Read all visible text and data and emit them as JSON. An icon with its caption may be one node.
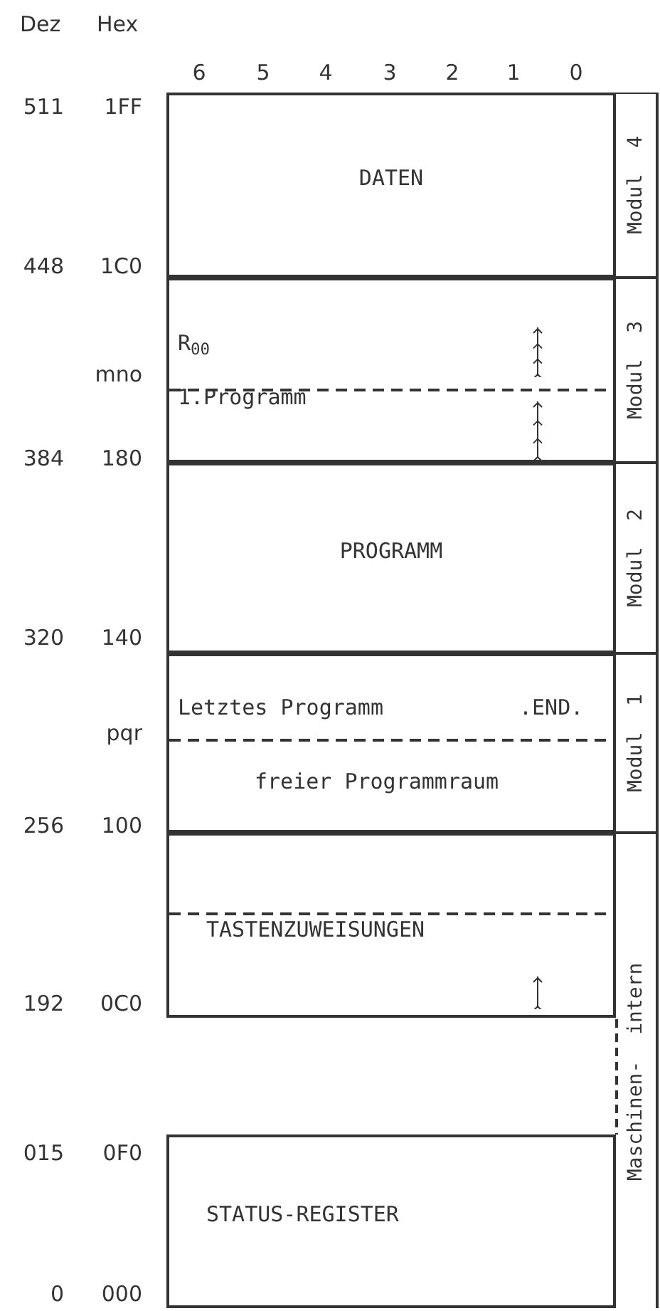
{
  "diagram": {
    "nodes": [
      {
        "text": [
          "DATEN"
        ]
      },
      {
        "text": [
          "R$_{00}$",
          "1.Programm"
        ]
      },
      {
        "text": [
          "PROGRAMM"
        ]
      },
      {
        "text": [
          "Letztes Programm",
          ".END.",
          "freier Programmraum"
        ]
      },
      {
        "text": [
          "TASTENZUWEISUNGEN"
        ]
      },
      {
        "text": [
          "STATUS-REGISTER"
        ]
      },
      {
        "text": [
          "Modul 4"
        ]
      },
      {
        "text": [
          "Modul 3"
        ]
      },
      {
        "text": [
          "Modul 2"
        ]
      },
      {
        "text": [
          "Modul 1"
        ]
      },
      {
        "text": [
          "Maschinen- intern"
        ]
      }
    ],
    "labels": [
      "Dez",
      "Hex",
      "6",
      "5",
      "4",
      "3",
      "2",
      "1",
      "0",
      "511",
      "1FF",
      "448",
      "1C0",
      "mno",
      "384",
      "180",
      "320",
      "140",
      "pqr",
      "256",
      "100",
      "192",
      "0C0",
      "015",
      "0F0",
      "0",
      "000"
    ]
  }
}
